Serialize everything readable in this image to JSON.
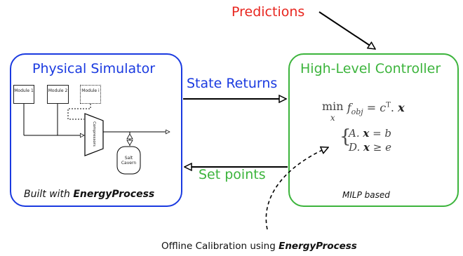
{
  "predictions": "Predictions",
  "physical_simulator": {
    "title": "Physical Simulator",
    "caption_prefix": "Built with ",
    "caption_bold": "EnergyProcess",
    "modules": [
      "Module 1",
      "Module 2",
      "Module i"
    ],
    "compressor_label": "Compressors",
    "cavern_label_1": "Salt",
    "cavern_label_2": "Cavern"
  },
  "controller": {
    "title": "High-Level Controller",
    "caption": "MILP based",
    "formula": {
      "min": "min",
      "min_sub": "x",
      "f": "f",
      "f_sub": "obj",
      "rhs1": " = c",
      "rhs_sup": "T",
      "rhs2": ". ",
      "x": "x",
      "c1_a": "A. ",
      "c1_b": " = b",
      "c2_a": "D. ",
      "c2_b": " ≥ e"
    }
  },
  "arrows": {
    "state_returns": "State Returns",
    "set_points": "Set points"
  },
  "bottom": {
    "prefix": "Offline Calibration using ",
    "bold": "EnergyProcess"
  },
  "colors": {
    "blue": "#1a3ae0",
    "green": "#3cb43c",
    "red": "#e8261f"
  }
}
